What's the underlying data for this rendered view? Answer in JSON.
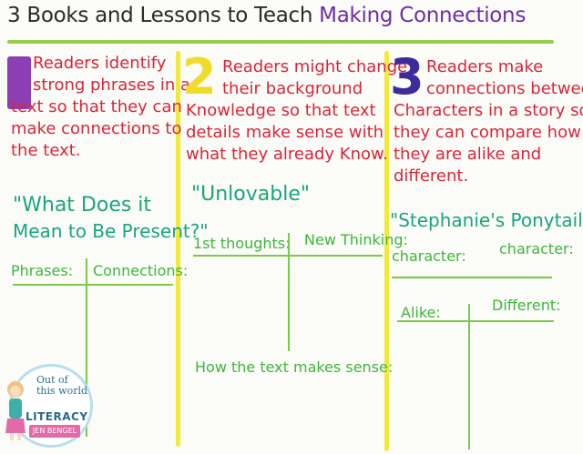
{
  "title": {
    "prefix": "3 Books and Lessons to Teach ",
    "highlight": "Making Connections"
  },
  "columns": [
    {
      "number": "1",
      "objective_lines": [
        "Readers identify",
        "strong phrases in a",
        "text so that they can",
        "make connections to",
        "the text."
      ],
      "book_lines": [
        "\"What Does it",
        "Mean to Be Present?\""
      ],
      "labels": [
        "Phrases:",
        "Connections:"
      ]
    },
    {
      "number": "2",
      "objective_lines": [
        "Readers might change",
        "their background",
        "Knowledge so that text",
        "details make sense with",
        "what they already Know."
      ],
      "book_lines": [
        "\"Unlovable\""
      ],
      "labels": [
        "1st thoughts:",
        "New Thinking:",
        "How the text makes sense:"
      ]
    },
    {
      "number": "3",
      "objective_lines": [
        "Readers make",
        "connections between",
        "Characters in a story so",
        "they can compare how",
        "they are alike and",
        "different."
      ],
      "book_lines": [
        "\"Stephanie's Ponytail\""
      ],
      "labels": [
        "character:",
        "character:",
        "Alike:",
        "Different:"
      ]
    }
  ],
  "logo": {
    "line1": "Out of",
    "line2": "this world",
    "line3": "LITERACY",
    "ribbon": "JEN BENGEL"
  },
  "colors": {
    "objective": "#d8263a",
    "book": "#1aa57e",
    "labels": "#3fb53c",
    "divider": "#f2ea3a",
    "rule": "#97cf4a",
    "title_highlight": "#6d2fa6"
  }
}
